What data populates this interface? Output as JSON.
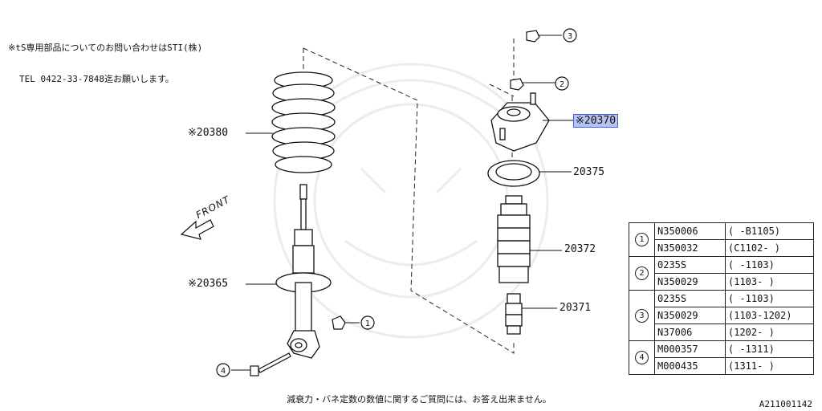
{
  "notice": {
    "line1": "※tS専用部品についてのお問い合わせはSTI(株)",
    "line2": "TEL 0422-33-7848迄お願いします。"
  },
  "front_label": "FRONT",
  "parts": {
    "spring": "※20380",
    "shock": "※20365",
    "mount": "※20370",
    "seat": "20375",
    "boot": "20372",
    "bumper": "20371"
  },
  "callouts": {
    "c1": "1",
    "c2": "2",
    "c3": "3",
    "c4": "4"
  },
  "table": {
    "rows": [
      {
        "key": "1",
        "pn": "N350006",
        "range": "( -B1105)"
      },
      {
        "key": "1",
        "pn": "N350032",
        "range": "(C1102- )"
      },
      {
        "key": "2",
        "pn": "0235S",
        "range": "( -1103)"
      },
      {
        "key": "2",
        "pn": "N350029",
        "range": "(1103- )"
      },
      {
        "key": "3",
        "pn": "0235S",
        "range": "( -1103)"
      },
      {
        "key": "3",
        "pn": "N350029",
        "range": "(1103-1202)"
      },
      {
        "key": "3",
        "pn": "N37006",
        "range": "(1202- )"
      },
      {
        "key": "4",
        "pn": "M000357",
        "range": "( -1311)"
      },
      {
        "key": "4",
        "pn": "M000435",
        "range": "(1311- )"
      }
    ]
  },
  "footer_note": "減衰力・バネ定数の数値に関するご質問には、お答え出来ません。",
  "ref_code": "A211001142",
  "colors": {
    "highlight": "#b7c3ee",
    "highlight_border": "#4a5fb5",
    "ink": "#111111"
  }
}
